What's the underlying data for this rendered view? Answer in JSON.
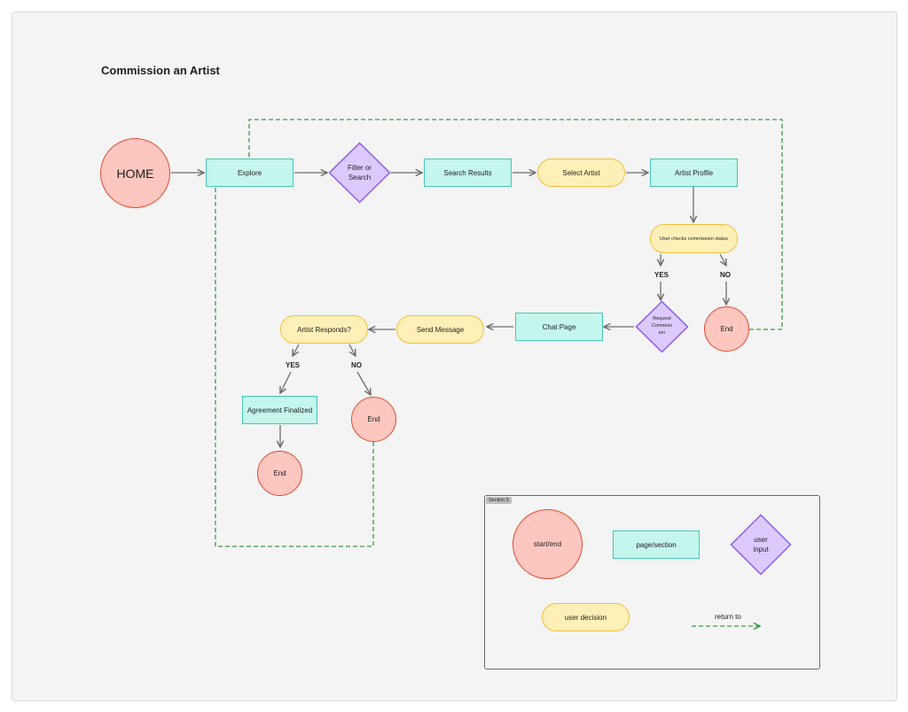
{
  "title": "Commission an Artist",
  "nodes": {
    "home": "HOME",
    "explore": "Explore",
    "filter": "Filter or Search",
    "search_results": "Search Results",
    "select_artist": "Select Artist",
    "artist_profile": "Artist Profile",
    "checks_status": "User checks commission status",
    "request_commission": "Request Commiss ion",
    "end_profile": "End",
    "chat_page": "Chat Page",
    "send_message": "Send Message",
    "artist_responds": "Artist Responds?",
    "agreement": "Agreement Finalized",
    "end_agreement": "End",
    "end_responds": "End"
  },
  "branches": {
    "status_yes": "YES",
    "status_no": "NO",
    "responds_yes": "YES",
    "responds_no": "NO"
  },
  "legend": {
    "section": "Section 5",
    "start_end": "start/end",
    "page_section": "page/section",
    "user_input": "user input",
    "user_decision": "user decision",
    "return_to": "return to"
  },
  "colors": {
    "start_end_fill": "#fdc6bf",
    "start_end_stroke": "#e34b32",
    "page_fill": "#c4f6ee",
    "page_stroke": "#48c6b4",
    "input_fill": "#dccaff",
    "input_stroke": "#8d5cf0",
    "decision_fill": "#fff0b8",
    "decision_stroke": "#f2bf3c",
    "return_line": "#3a9a45",
    "arrow": "#6e6e6e"
  }
}
